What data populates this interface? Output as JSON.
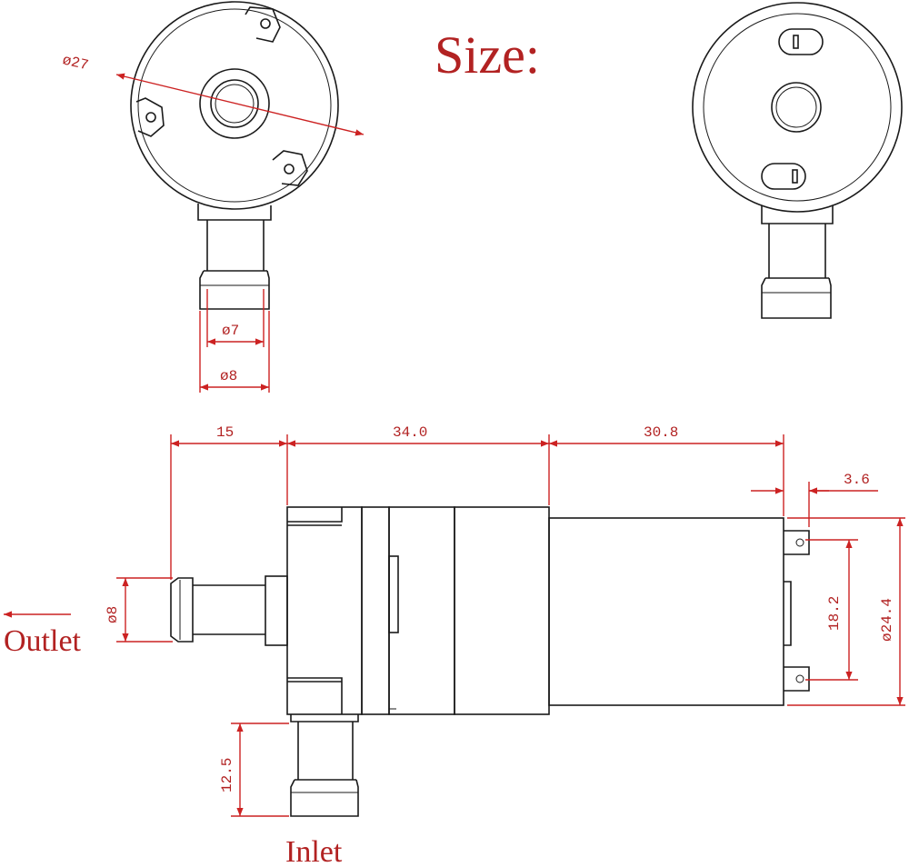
{
  "title": "Size:",
  "labels": {
    "outlet": "Outlet",
    "inlet": "Inlet"
  },
  "dimensions": {
    "body_diameter": "ø27",
    "nozzle_inner": "ø7",
    "nozzle_outer": "ø8",
    "outlet_length": "15",
    "pump_length": "34.0",
    "motor_length": "30.8",
    "terminal_length": "3.6",
    "terminal_spacing": "18.2",
    "motor_diameter": "ø24.4",
    "outlet_diameter": "ø8",
    "inlet_length": "12.5"
  },
  "colors": {
    "dimension": "#cc2222",
    "line": "#1a1a1a",
    "background": "#ffffff"
  }
}
